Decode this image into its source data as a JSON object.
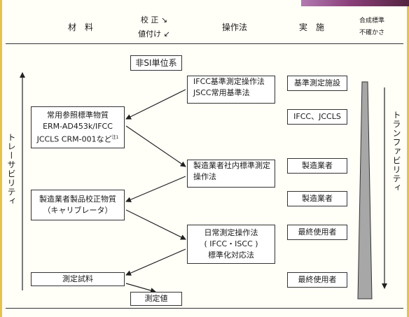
{
  "header": {
    "materials": "材　料",
    "calib_top": "校 正 ↘",
    "calib_bottom": "値付け ↙",
    "procedure": "操作法",
    "implementer": "実　施",
    "uncertainty_1": "合成標準",
    "uncertainty_2": "不確かさ"
  },
  "units_label": "非SI単位系",
  "left_axis_label": "トレーサビリティ",
  "right_axis_label": "トランファビリティ",
  "materials": {
    "ref_line1": "常用参照標準物質",
    "ref_line2": "ERM-AD453k/IFCC",
    "ref_line3": "JCCLS CRM-001など",
    "ref_note": "注1",
    "calibrator_line1": "製造業者製品校正物質",
    "calibrator_line2": "（キャリブレータ）",
    "sample": "測定試料",
    "result": "測定値"
  },
  "procedures": {
    "ref_line1": "IFCC基準測定操作法",
    "ref_line2": "JSCC常用基準法",
    "mfr_line1": "製造業者社内標準測定",
    "mfr_line2": "操作法",
    "routine_line1": "日常測定操作法",
    "routine_line2": "IFCC・ISCC",
    "routine_line3": "標準化対応法"
  },
  "implementers": {
    "ref_lab": "基準測定施設",
    "ifcc": "IFCC、JCCLS",
    "mfr1": "製造業者",
    "mfr2": "製造業者",
    "user1": "最終使用者",
    "user2": "最終使用者"
  }
}
